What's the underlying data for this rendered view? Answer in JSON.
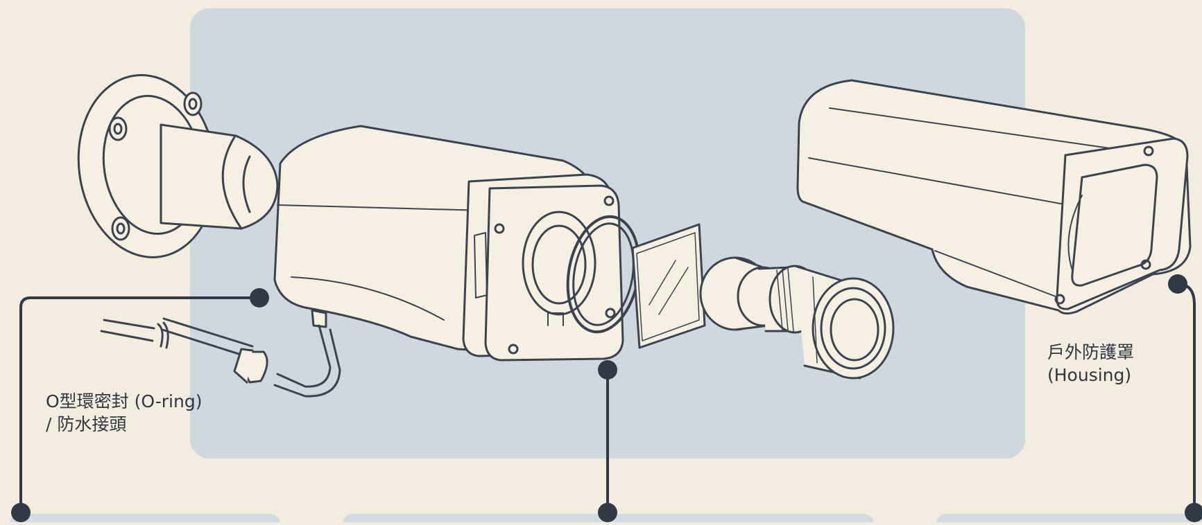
{
  "labels": {
    "oring": {
      "line1": "O型環密封 (O-ring)",
      "line2": "/ 防水接頭"
    },
    "housing": {
      "line1": "戶外防護罩",
      "line2": "(Housing)"
    }
  },
  "colors": {
    "background": "#f3ede0",
    "panel": "#cfd8df",
    "outline": "#3a4450",
    "part_fill": "#f6f0e2",
    "callout_dot": "#2f3a46"
  },
  "icons": [
    "wall-mount-icon",
    "camera-body-icon",
    "o-ring-icon",
    "glass-cover-icon",
    "lens-icon",
    "housing-icon",
    "cable-icon"
  ]
}
